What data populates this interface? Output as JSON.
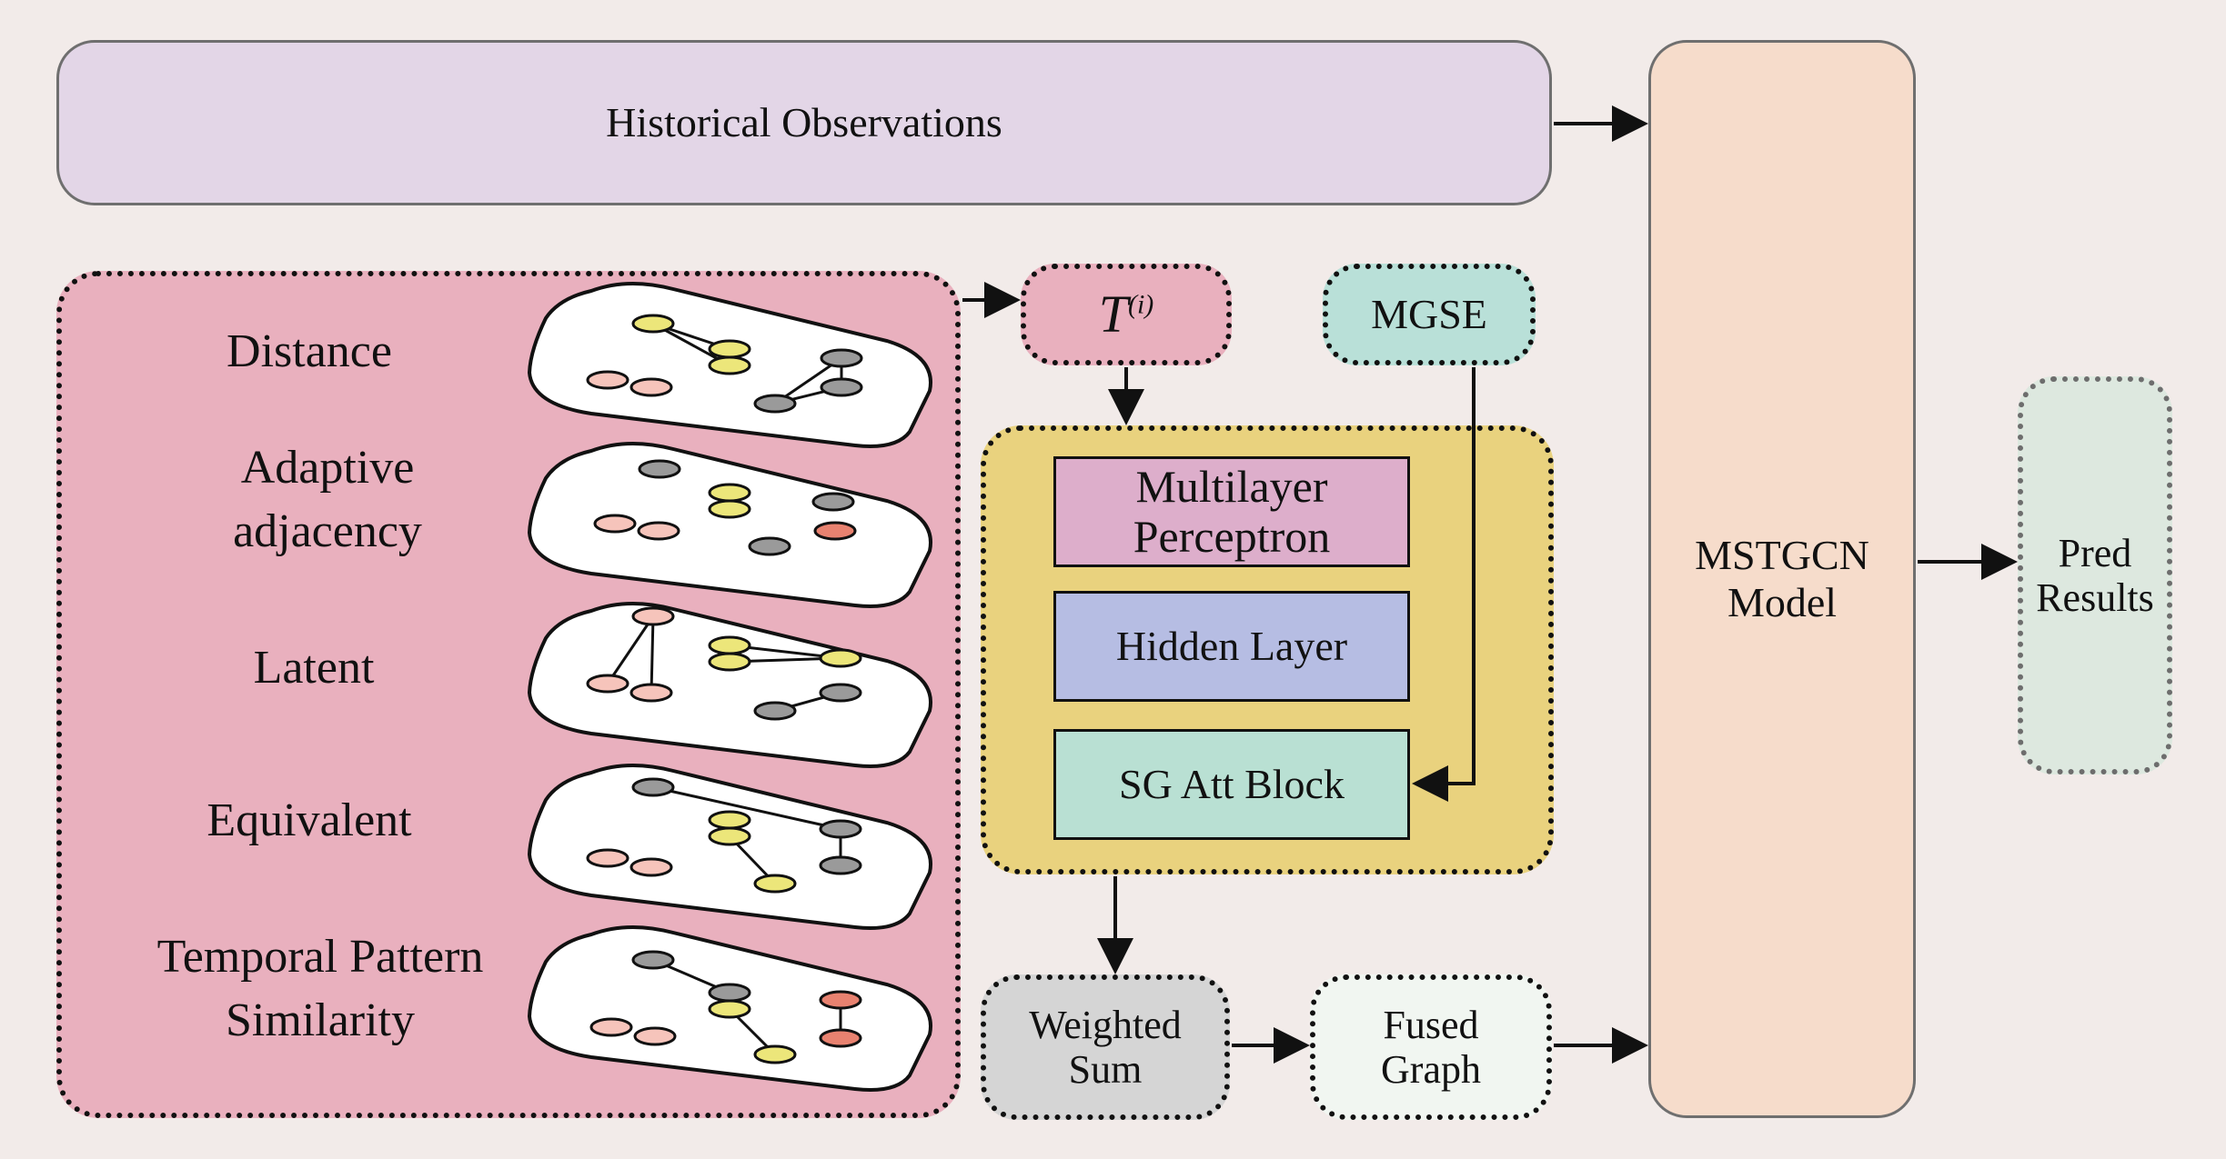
{
  "historical": "Historical Observations",
  "mstgcn": [
    "MSTGCN",
    "Model"
  ],
  "pred": [
    "Pred",
    "Results"
  ],
  "graph_types": [
    [
      "Distance"
    ],
    [
      "Adaptive",
      "adjacency"
    ],
    [
      "Latent"
    ],
    [
      "Equivalent"
    ],
    [
      "Temporal Pattern",
      "Similarity"
    ]
  ],
  "t_box": {
    "base": "T",
    "sup": "(i)"
  },
  "mgse": "MGSE",
  "layers": {
    "mlp": [
      "Multilayer",
      "Perceptron"
    ],
    "hidden": "Hidden Layer",
    "sg_att": "SG Att Block"
  },
  "weighted_sum": [
    "Weighted",
    "Sum"
  ],
  "fused_graph": [
    "Fused",
    "Graph"
  ],
  "colors": {
    "node_yellow": "#ece67a",
    "node_pink": "#f6c4bb",
    "node_gray": "#9a9a9a",
    "node_red": "#e88270",
    "graph_panel": "#e9b0be",
    "embedding_panel": "#e9d27e"
  }
}
